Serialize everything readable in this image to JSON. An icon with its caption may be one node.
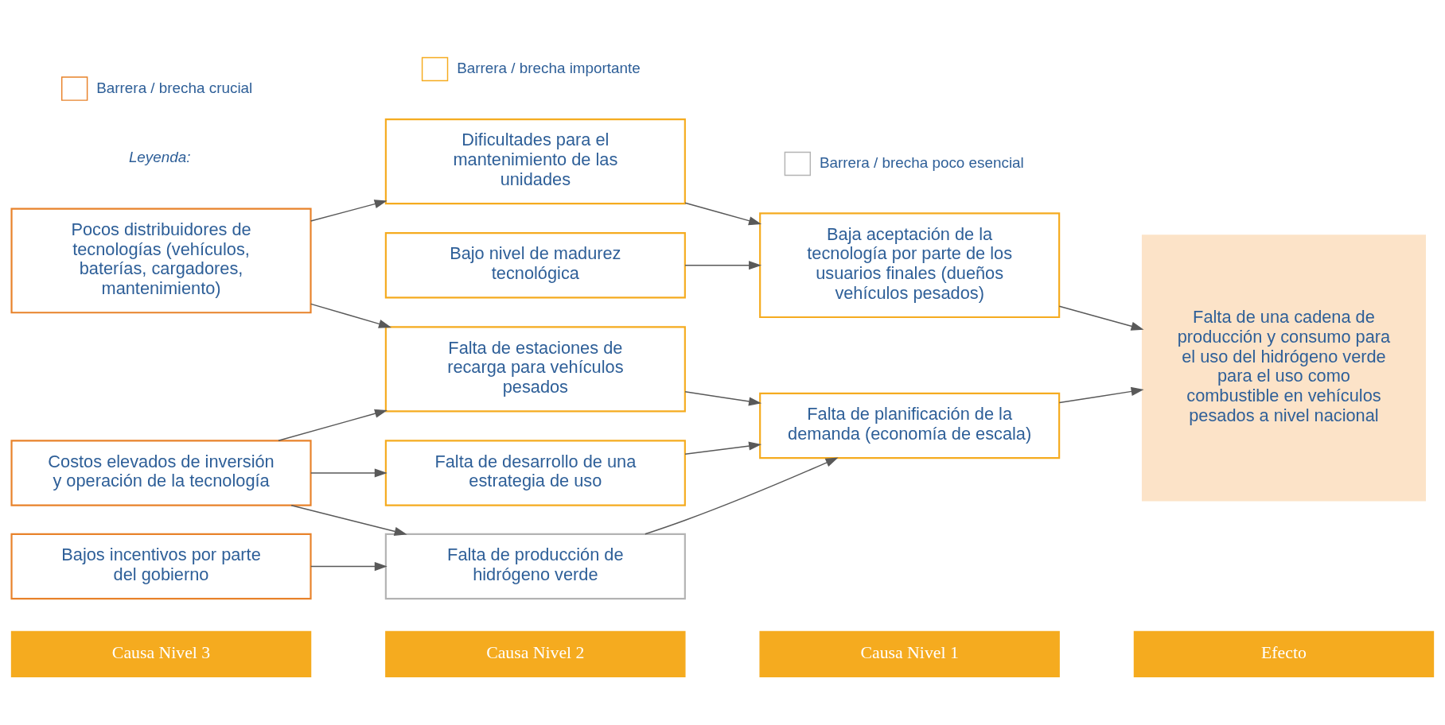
{
  "diagram": {
    "nodes": [
      {
        "text": [
          "Causa Nivel 3"
        ]
      },
      {
        "text": [
          "Causa Nivel 2"
        ]
      },
      {
        "text": [
          "Causa Nivel 1"
        ]
      },
      {
        "text": [
          "Efecto"
        ]
      },
      {
        "text": [
          "Pocos distribuidores de tecnologías (vehículos, baterías, cargadores, mantenimiento)"
        ]
      },
      {
        "text": [
          "Costos elevados de inversión y operación de la tecnología"
        ]
      },
      {
        "text": [
          "Bajos incentivos por parte del gobierno"
        ]
      },
      {
        "text": [
          "Bajo nivel de madurez tecnológica"
        ]
      },
      {
        "text": [
          "Dificultades para el mantenimiento de las unidades"
        ]
      },
      {
        "text": [
          "Falta de estaciones de recarga para vehículos pesados"
        ]
      },
      {
        "text": [
          "Falta de desarrollo de una estrategia de uso"
        ]
      },
      {
        "text": [
          "Falta de producción de hidrógeno verde"
        ]
      },
      {
        "text": [
          "Baja aceptación de la tecnología por parte de los usuarios finales (dueños vehículos pesados)"
        ]
      },
      {
        "text": [
          "Falta de planificación de la demanda (economía de escala)"
        ]
      },
      {
        "text": [
          "Falta de una cadena de producción y consumo para el uso del hidrógeno verde para el uso como combustible en vehículos pesados a nivel nacional"
        ]
      }
    ],
    "edges": [
      {
        "from": 4,
        "to": 8,
        "arrow": "to"
      },
      {
        "from": 4,
        "to": 9,
        "arrow": "to"
      },
      {
        "from": 5,
        "to": 9,
        "arrow": "to"
      },
      {
        "from": 5,
        "to": 10,
        "arrow": "to"
      },
      {
        "from": 5,
        "to": 11,
        "arrow": "to"
      },
      {
        "from": 6,
        "to": 11,
        "arrow": "to"
      },
      {
        "from": 7,
        "to": 12,
        "arrow": "to"
      },
      {
        "from": 8,
        "to": 12,
        "arrow": "to"
      },
      {
        "from": 9,
        "to": 13,
        "arrow": "to"
      },
      {
        "from": 10,
        "to": 13,
        "arrow": "to"
      },
      {
        "from": 11,
        "to": 13,
        "arrow": "to"
      },
      {
        "from": 12,
        "to": 14,
        "arrow": "to"
      },
      {
        "from": 13,
        "to": 14,
        "arrow": "to"
      }
    ],
    "labels": [
      "Leyenda:"
    ],
    "legend": [
      {
        "text": "Barrera / brecha crucial",
        "color": "#e8822a"
      },
      {
        "text": "Barrera / brecha importante",
        "color": "#f5ab1f"
      },
      {
        "text": "Barrera / brecha poco esencial",
        "color": "#b3b3b3"
      }
    ]
  }
}
